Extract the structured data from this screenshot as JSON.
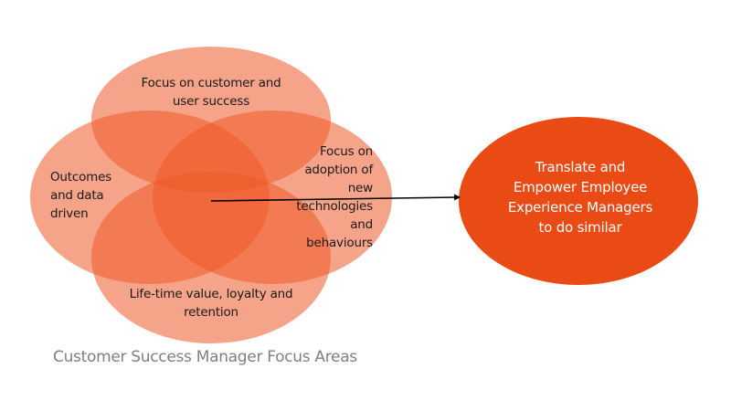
{
  "diagram": {
    "type": "venn-with-arrow",
    "focus_areas": [
      {
        "id": "top",
        "text": "Focus on customer and user success"
      },
      {
        "id": "left",
        "text": "Outcomes and data driven"
      },
      {
        "id": "right",
        "text": "Focus on adoption of new technologies and behaviours"
      },
      {
        "id": "bottom",
        "text": "Life-time value, loyalty and retention"
      }
    ],
    "labels": {
      "top_line1": "Focus on customer and",
      "top_line2": "user success",
      "left_line1": "Outcomes",
      "left_line2": "and data",
      "left_line3": "driven",
      "right_line1": "Focus on",
      "right_line2": "adoption of",
      "right_line3": "new",
      "right_line4": "technologies",
      "right_line5": "and",
      "right_line6": "behaviours",
      "bottom_line1": "Life-time value, loyalty and",
      "bottom_line2": "retention"
    },
    "goal": {
      "line1": "Translate and",
      "line2": "Empower Employee",
      "line3": "Experience Managers",
      "line4": "to do similar"
    },
    "caption": "Customer Success Manager Focus Areas",
    "colors": {
      "venn_fill": "#f04a10",
      "goal_fill": "#ea4a14",
      "arrow": "#000000",
      "caption": "#7f7f7f"
    }
  }
}
